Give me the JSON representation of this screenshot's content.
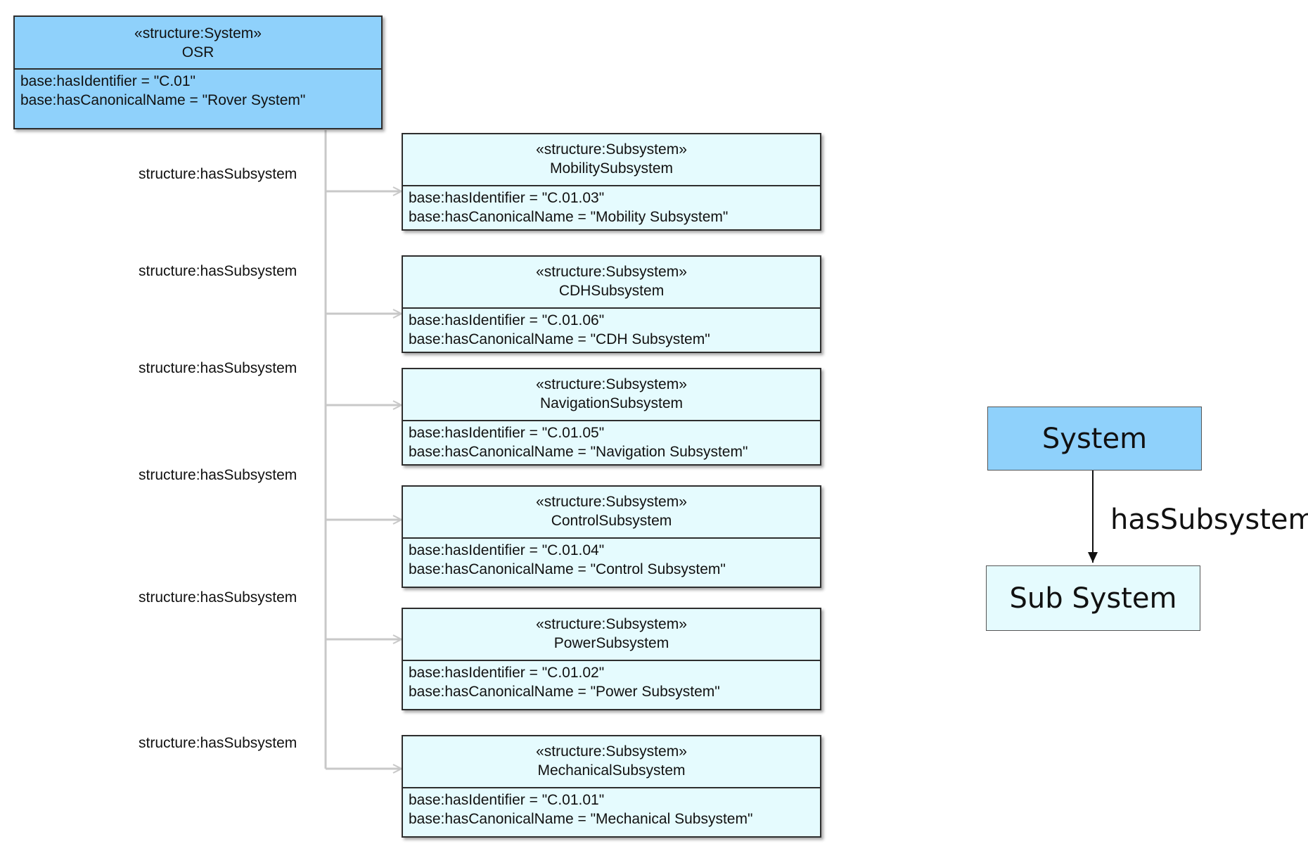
{
  "system": {
    "stereotype": "«structure:System»",
    "name": "OSR",
    "attributes": [
      "base:hasIdentifier = \"C.01\"",
      "base:hasCanonicalName = \"Rover System\""
    ]
  },
  "edge_label": "structure:hasSubsystem",
  "subsystems": [
    {
      "stereotype": "«structure:Subsystem»",
      "name": "MobilitySubsystem",
      "attributes": [
        "base:hasIdentifier = \"C.01.03\"",
        "base:hasCanonicalName = \"Mobility Subsystem\""
      ]
    },
    {
      "stereotype": "«structure:Subsystem»",
      "name": "CDHSubsystem",
      "attributes": [
        "base:hasIdentifier = \"C.01.06\"",
        "base:hasCanonicalName = \"CDH Subsystem\""
      ]
    },
    {
      "stereotype": "«structure:Subsystem»",
      "name": "NavigationSubsystem",
      "attributes": [
        "base:hasIdentifier = \"C.01.05\"",
        "base:hasCanonicalName = \"Navigation Subsystem\""
      ]
    },
    {
      "stereotype": "«structure:Subsystem»",
      "name": "ControlSubsystem",
      "attributes": [
        "base:hasIdentifier = \"C.01.04\"",
        "base:hasCanonicalName = \"Control Subsystem\""
      ]
    },
    {
      "stereotype": "«structure:Subsystem»",
      "name": "PowerSubsystem",
      "attributes": [
        "base:hasIdentifier = \"C.01.02\"",
        "base:hasCanonicalName = \"Power Subsystem\""
      ]
    },
    {
      "stereotype": "«structure:Subsystem»",
      "name": "MechanicalSubsystem",
      "attributes": [
        "base:hasIdentifier = \"C.01.01\"",
        "base:hasCanonicalName = \"Mechanical Subsystem\""
      ]
    }
  ],
  "legend": {
    "top_label": "System",
    "bottom_label": "Sub System",
    "edge_label": "hasSubsystem"
  },
  "colors": {
    "system_fill": "#8fd1fb",
    "subsystem_fill": "#e5fbfe",
    "connector": "#c8c8c8",
    "legend_arrow": "#111111"
  }
}
